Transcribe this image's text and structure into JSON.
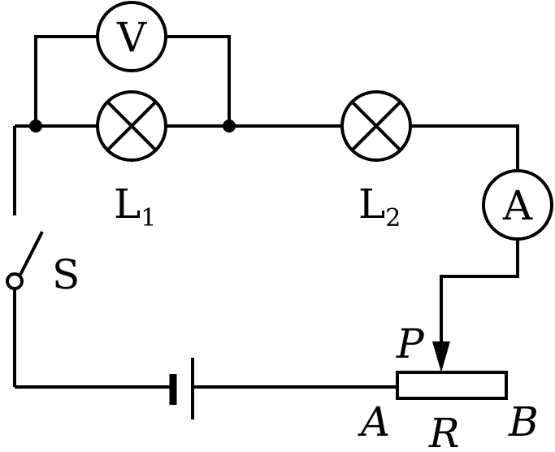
{
  "components": {
    "voltmeter_symbol": "V",
    "ammeter_symbol": "A",
    "lamp1": {
      "label": "L",
      "subscript": "1"
    },
    "lamp2": {
      "label": "L",
      "subscript": "2"
    },
    "switch_label": "S",
    "rheostat": {
      "slider_label": "P",
      "label": "R",
      "end_a": "A",
      "end_b": "B"
    }
  }
}
